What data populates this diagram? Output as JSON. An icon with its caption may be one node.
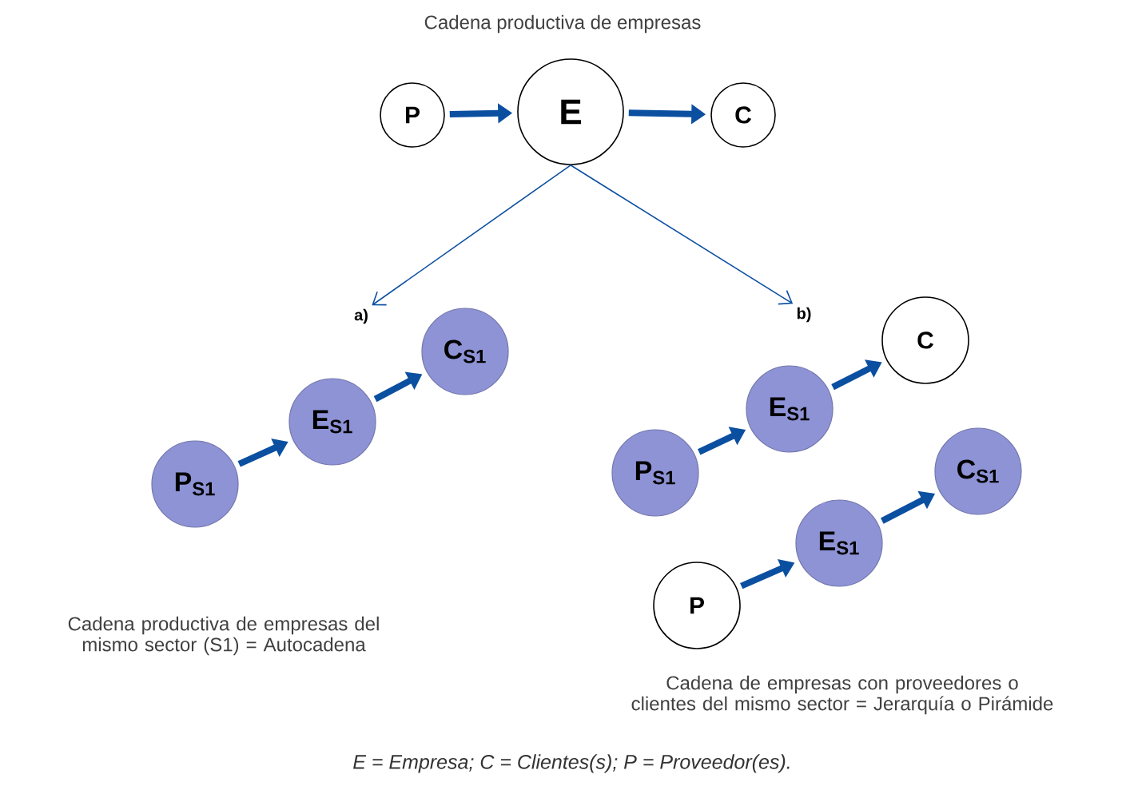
{
  "diagram": {
    "title": "Cadena productiva de empresas",
    "caption": "E = Empresa; C = Clientes(s); P = Proveedor(es).",
    "nodes": [
      {
        "text": [
          "P"
        ]
      },
      {
        "text": [
          "E"
        ]
      },
      {
        "text": [
          "C"
        ]
      },
      {
        "text": [
          "P$_{S1}$"
        ]
      },
      {
        "text": [
          "E$_{S1}$"
        ]
      },
      {
        "text": [
          "C$_{S1}$"
        ]
      },
      {
        "text": [
          "P$_{S1}$"
        ]
      },
      {
        "text": [
          "E$_{S1}$"
        ]
      },
      {
        "text": [
          "C"
        ]
      },
      {
        "text": [
          "P"
        ]
      },
      {
        "text": [
          "E$_{S1}$"
        ]
      },
      {
        "text": [
          "C$_{S1}$"
        ]
      },
      {
        "text": [
          "a)"
        ]
      },
      {
        "text": [
          "b)"
        ]
      }
    ],
    "edges": [
      {
        "from": 0,
        "to": 1,
        "arrow": "to"
      },
      {
        "from": 1,
        "to": 2,
        "arrow": "to"
      },
      {
        "from": 1,
        "to": 12,
        "arrow": "to"
      },
      {
        "from": 1,
        "to": 13,
        "arrow": "to"
      },
      {
        "from": 3,
        "to": 4,
        "arrow": "to"
      },
      {
        "from": 4,
        "to": 5,
        "arrow": "to"
      },
      {
        "from": 6,
        "to": 7,
        "arrow": "to"
      },
      {
        "from": 7,
        "to": 8,
        "arrow": "to"
      },
      {
        "from": 9,
        "to": 10,
        "arrow": "to"
      },
      {
        "from": 10,
        "to": 11,
        "arrow": "to"
      }
    ],
    "labels": [
      "Cadena productiva de empresas del mismo sector (S1) = Autocadena",
      "Cadena de empresas con proveedores o clientes del mismo sector = Jerarquía o Pirámide"
    ]
  }
}
